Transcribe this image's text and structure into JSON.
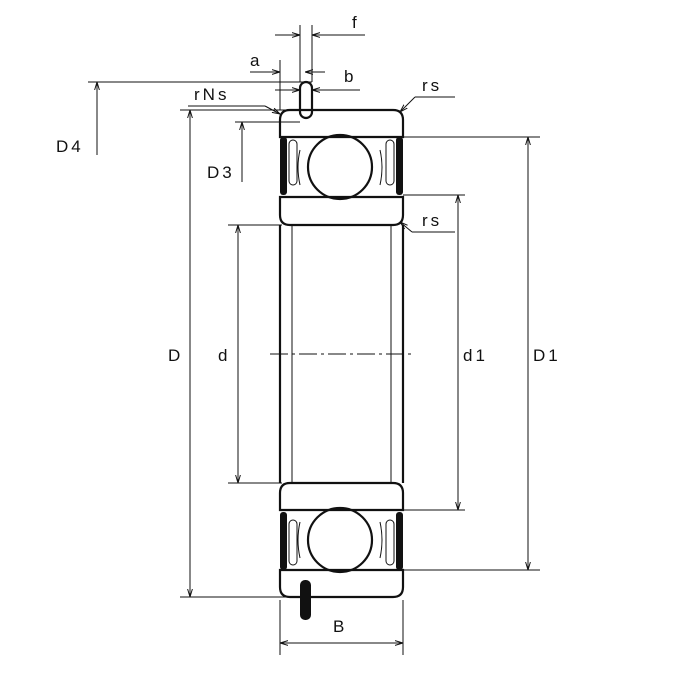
{
  "drawing": {
    "title": "Deep groove ball bearing with snap ring groove and seals",
    "labels": {
      "f": "f",
      "a": "a",
      "b": "b",
      "rNs": "rNs",
      "rs_top": "rs",
      "rs_inner": "rs",
      "D4": "D4",
      "D3": "D3",
      "D": "D",
      "d": "d",
      "d1": "d1",
      "D1": "D1",
      "B": "B"
    }
  }
}
